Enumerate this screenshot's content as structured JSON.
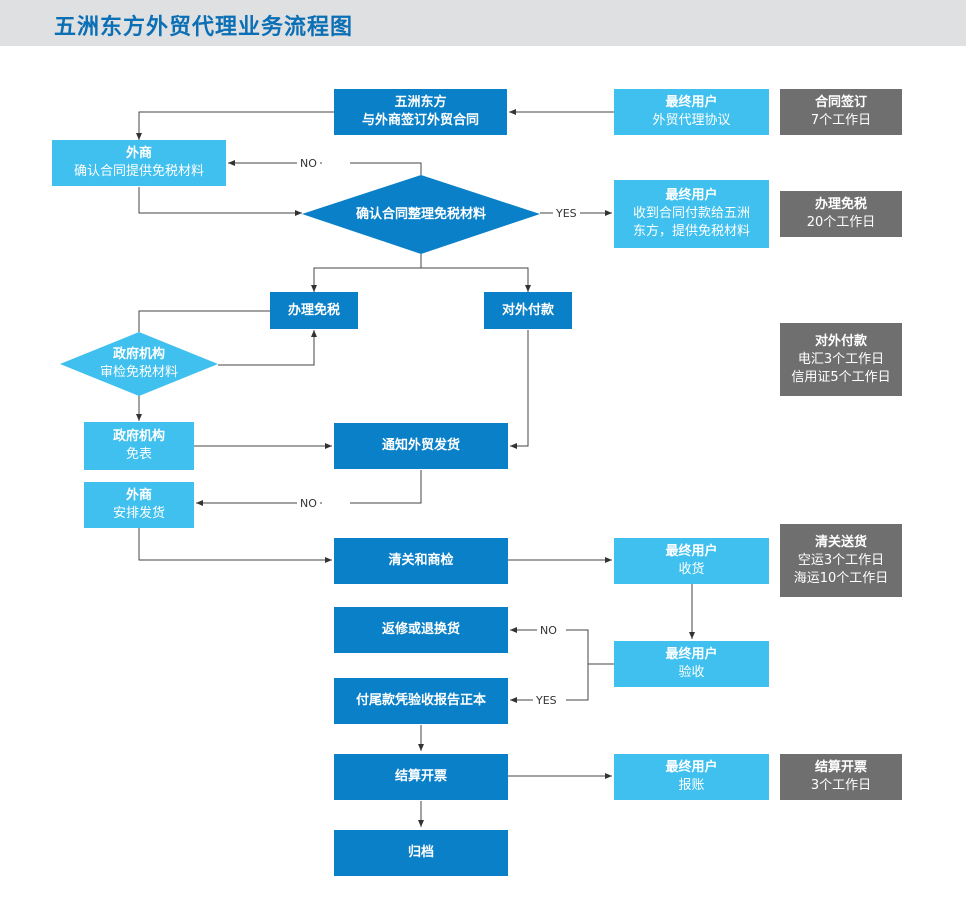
{
  "title": "五洲东方外贸代理业务流程图",
  "nodes": {
    "sign_contract": {
      "line1": "五洲东方",
      "line2": "与外商签订外贸合同"
    },
    "end_user_agreement": {
      "head": "最终用户",
      "body": "外贸代理协议"
    },
    "foreign_confirm": {
      "head": "外商",
      "body": "确认合同提供免税材料"
    },
    "confirm_diamond": {
      "text": "确认合同整理免税材料"
    },
    "end_user_payment": {
      "head": "最终用户",
      "body1": "收到合同付款给五洲",
      "body2": "东方，提供免税材料"
    },
    "tax_exempt": {
      "text": "办理免税"
    },
    "pay_abroad": {
      "text": "对外付款"
    },
    "gov_review": {
      "head": "政府机构",
      "body": "审检免税材料"
    },
    "gov_exempt": {
      "head": "政府机构",
      "body": "免表"
    },
    "notify_ship": {
      "text": "通知外贸发货"
    },
    "foreign_ship": {
      "head": "外商",
      "body": "安排发货"
    },
    "customs": {
      "text": "清关和商检"
    },
    "end_user_receive": {
      "head": "最终用户",
      "body": "收货"
    },
    "return_repair": {
      "text": "返修或退换货"
    },
    "end_user_inspect": {
      "head": "最终用户",
      "body": "验收"
    },
    "final_payment": {
      "text": "付尾款凭验收报告正本"
    },
    "settle_invoice": {
      "text": "结算开票"
    },
    "end_user_reimburse": {
      "head": "最终用户",
      "body": "报账"
    },
    "archive": {
      "text": "归档"
    }
  },
  "timelines": [
    {
      "head": "合同签订",
      "lines": [
        "7个工作日"
      ]
    },
    {
      "head": "办理免税",
      "lines": [
        "20个工作日"
      ]
    },
    {
      "head": "对外付款",
      "lines": [
        "电汇3个工作日",
        "信用证5个工作日"
      ]
    },
    {
      "head": "清关送货",
      "lines": [
        "空运3个工作日",
        "海运10个工作日"
      ]
    },
    {
      "head": "结算开票",
      "lines": [
        "3个工作日"
      ]
    }
  ],
  "edge_labels": {
    "no": "NO",
    "yes": "YES"
  },
  "colors": {
    "dark": "#0a80c8",
    "light": "#3fc0ee",
    "gray": "#6f6f6f",
    "header_bg": "#dfe0e2",
    "title": "#0a6fb5"
  }
}
